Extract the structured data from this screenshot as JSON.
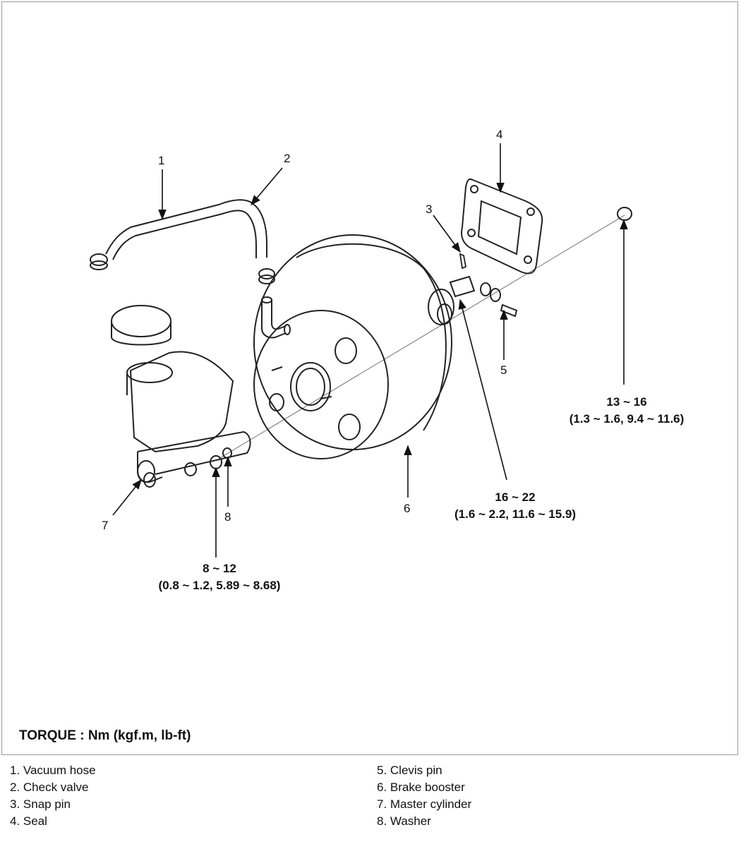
{
  "callouts": {
    "c1": "1",
    "c2": "2",
    "c3": "3",
    "c4": "4",
    "c5": "5",
    "c6": "6",
    "c7": "7",
    "c8": "8"
  },
  "torques": {
    "seal_nut": {
      "range": "13 ~ 16",
      "detail": "(1.3 ~ 1.6, 9.4 ~ 11.6)"
    },
    "booster_nut": {
      "range": "16 ~ 22",
      "detail": "(1.6 ~ 2.2, 11.6 ~ 15.9)"
    },
    "master_cylinder_nut": {
      "range": "8 ~ 12",
      "detail": "(0.8 ~ 1.2, 5.89 ~ 8.68)"
    }
  },
  "torque_title": "TORQUE : Nm (kgf.m, lb-ft)",
  "legend": {
    "left": [
      "1. Vacuum hose",
      "2. Check valve",
      "3. Snap pin",
      "4. Seal"
    ],
    "right": [
      "5. Clevis pin",
      "6. Brake booster",
      "7. Master cylinder",
      "8. Washer"
    ]
  }
}
